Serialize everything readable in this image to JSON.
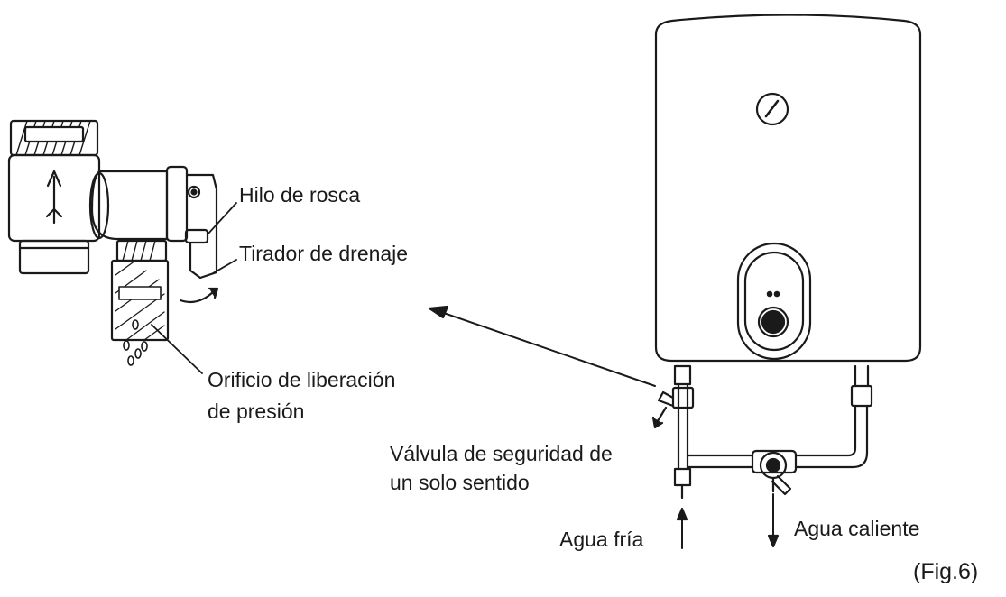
{
  "labels": {
    "thread": "Hilo de rosca",
    "drain_handle": "Tirador de drenaje",
    "pressure_release_line1": "Orificio de liberación",
    "pressure_release_line2": "de presión",
    "safety_valve_line1": "Válvula de seguridad de",
    "safety_valve_line2": "un solo sentido",
    "cold_water": "Agua fría",
    "hot_water": "Agua caliente",
    "figure": "(Fig.6)"
  },
  "colors": {
    "line": "#1a1a1a",
    "background": "#ffffff"
  }
}
